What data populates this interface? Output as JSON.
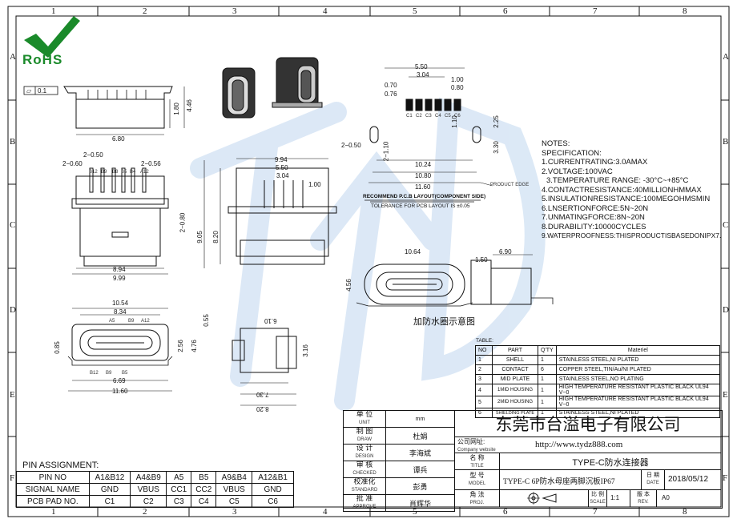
{
  "zones": {
    "columns": [
      "1",
      "2",
      "3",
      "4",
      "5",
      "6",
      "7",
      "8"
    ],
    "rows": [
      "A",
      "B",
      "C",
      "D",
      "E",
      "F"
    ]
  },
  "logo": {
    "text": "RoHS",
    "color": "#1a8a2a"
  },
  "watermark": {
    "text": "TYDZ",
    "color": "#bcd4ec"
  },
  "flatness": {
    "symbol": "▱",
    "value": "0.1"
  },
  "dims": {
    "front_width": "6.80",
    "front_h1": "1.80",
    "front_h2": "4.46",
    "pitch_a": "2−0.50",
    "pitch_b": "2−0.60",
    "pitch_c": "2−0.56",
    "pins_top": [
      "B12",
      "B9",
      "B8",
      "B5",
      "B4",
      "A12"
    ],
    "side_h": "2−0.80",
    "bottom_w1": "8.94",
    "bottom_w2": "9.99",
    "mid_w1": "9.94",
    "mid_w2": "5.50",
    "mid_w3": "3.04",
    "mid_w4": "1.00",
    "mid_h1": "9.05",
    "mid_h2": "8.20",
    "pcb_w1": "5.50",
    "pcb_w2": "3.04",
    "pcb_w3": "0.70",
    "pcb_w4": "0.76",
    "pcb_w5": "1.00",
    "pcb_w6": "0.80",
    "pcb_pins": [
      "C1",
      "C2",
      "C3",
      "C4",
      "C5",
      "C6"
    ],
    "pcb_h1": "2−1.10",
    "pcb_h2": "1.10",
    "pcb_h3": "2.25",
    "pcb_h4": "3.30",
    "pcb_slot": "2−0.50",
    "pcb_w7": "10.24",
    "pcb_w8": "10.80",
    "pcb_w9": "11.60",
    "product_edge": "PRODUCT EDGE",
    "pcb_title": "RECOMMEND P.C.B LAYOUT(COMPONENT SIDE)",
    "pcb_tol": "TOLERANCE FOR PCB LAYOUT IS ±0.05",
    "face_w1": "10.54",
    "face_w2": "8.34",
    "face_pins_top": [
      "A5",
      "B9",
      "A12"
    ],
    "face_pins_bot": [
      "B12",
      "B9",
      "B5"
    ],
    "face_h1": "0.85",
    "face_h2": "2.56",
    "face_h3": "4.76",
    "face_w3": "6.69",
    "face_w4": "11.60",
    "side2_h": "0.55",
    "side2_w1": "6.10",
    "side2_w2": "3.16",
    "side2_w3": "7.30",
    "side2_w4": "8.20",
    "seal_w": "10.64",
    "seal_h": "4.56",
    "seal_side_w": "6.90",
    "seal_side_h": "1.50"
  },
  "seal_caption": "加防水圈示意图",
  "notes": [
    "NOTES:",
    "SPECIFICATION:",
    "1.CURRENTRATING:3.0AMAX",
    "2.VOLTAGE:100VAC",
    "3.TEMPERATURE RANGE: -30°C~+85°C",
    "4.CONTACTRESISTANCE:40MILLIONHMMAX",
    "5.INSULATIONRESISTANCE:100MEGOHMSMIN",
    "6.LNSERTIONFORCE:5N~20N",
    "7.UNMATINGFORCE:8N~20N",
    "8.DURABILITY:10000CYCLES",
    "9.WATERPROOFNESS:THISPRODUCTISBASEDONIPX7."
  ],
  "materials": {
    "label": "TABLE:",
    "headers": [
      "NO",
      "PART",
      "Q'TY",
      "Materiel"
    ],
    "rows": [
      [
        "1",
        "SHELL",
        "1",
        "STAINLESS STEEL,NI PLATED"
      ],
      [
        "2",
        "CONTACT",
        "6",
        "COPPER STEEL,TIN/Au/NI PLATED"
      ],
      [
        "3",
        "MID PLATE",
        "1",
        "STAINLESS STEEL,NO PLATING"
      ],
      [
        "4",
        "1MID HOUSING",
        "1",
        "HIGH TEMPERATURE RESISTANT PLASTIC BLACK UL94 V−0"
      ],
      [
        "5",
        "2MID HOUSING",
        "1",
        "HIGH TEMPERATURE RESISTANT PLASTIC BLACK UL94 V−0"
      ],
      [
        "6",
        "SHIELDING PLATE",
        "1",
        "STAINLESS STEEL,NI PLATED"
      ]
    ]
  },
  "pins": {
    "title": "PIN ASSIGNMENT:",
    "headers": [
      "PIN NO",
      "A1&B12",
      "A4&B9",
      "A5",
      "B5",
      "A9&B4",
      "A12&B1"
    ],
    "signal": [
      "SIGNAL NAME",
      "GND",
      "VBUS",
      "CC1",
      "CC2",
      "VBUS",
      "GND"
    ],
    "pad": [
      "PCB PAD NO.",
      "C1",
      "C2",
      "C3",
      "C4",
      "C5",
      "C6"
    ]
  },
  "title_block": {
    "unit_cn": "单 位",
    "unit_en": "UNIT",
    "unit_val": "mm",
    "draw_cn": "制 图",
    "draw_en": "DRAW",
    "draw_val": "杜娟",
    "design_cn": "设 计",
    "design_en": "DESIGN",
    "design_val": "李海斌",
    "checked_cn": "审 核",
    "checked_en": "CHECKED",
    "checked_val": "谭兵",
    "standard_cn": "校准化",
    "standard_en": "STANDARD",
    "standard_val": "彭勇",
    "approve_cn": "批 准",
    "approve_en": "APPROVE",
    "approve_val": "肖辉华",
    "company": "东莞市台溢电子有限公司",
    "website_cn": "公司网址:",
    "website_en": "Company website",
    "website": "http://www.tydz888.com",
    "name_cn": "名 称",
    "name_en": "TITLE",
    "name": "TYPE-C防水连接器",
    "model_cn": "型 号",
    "model_en": "MODEL",
    "model": "TYPE-C 6P防水母座两脚沉板IP67",
    "date_cn": "日 期",
    "date_en": "DATE",
    "date": "2018/05/12",
    "proj_cn": "角 法",
    "proj_en": "PROJ.",
    "scale_cn": "比 例",
    "scale_en": "SCALE",
    "scale": "1:1",
    "rev_cn": "版 本",
    "rev_en": "REV.",
    "rev": "A0"
  }
}
